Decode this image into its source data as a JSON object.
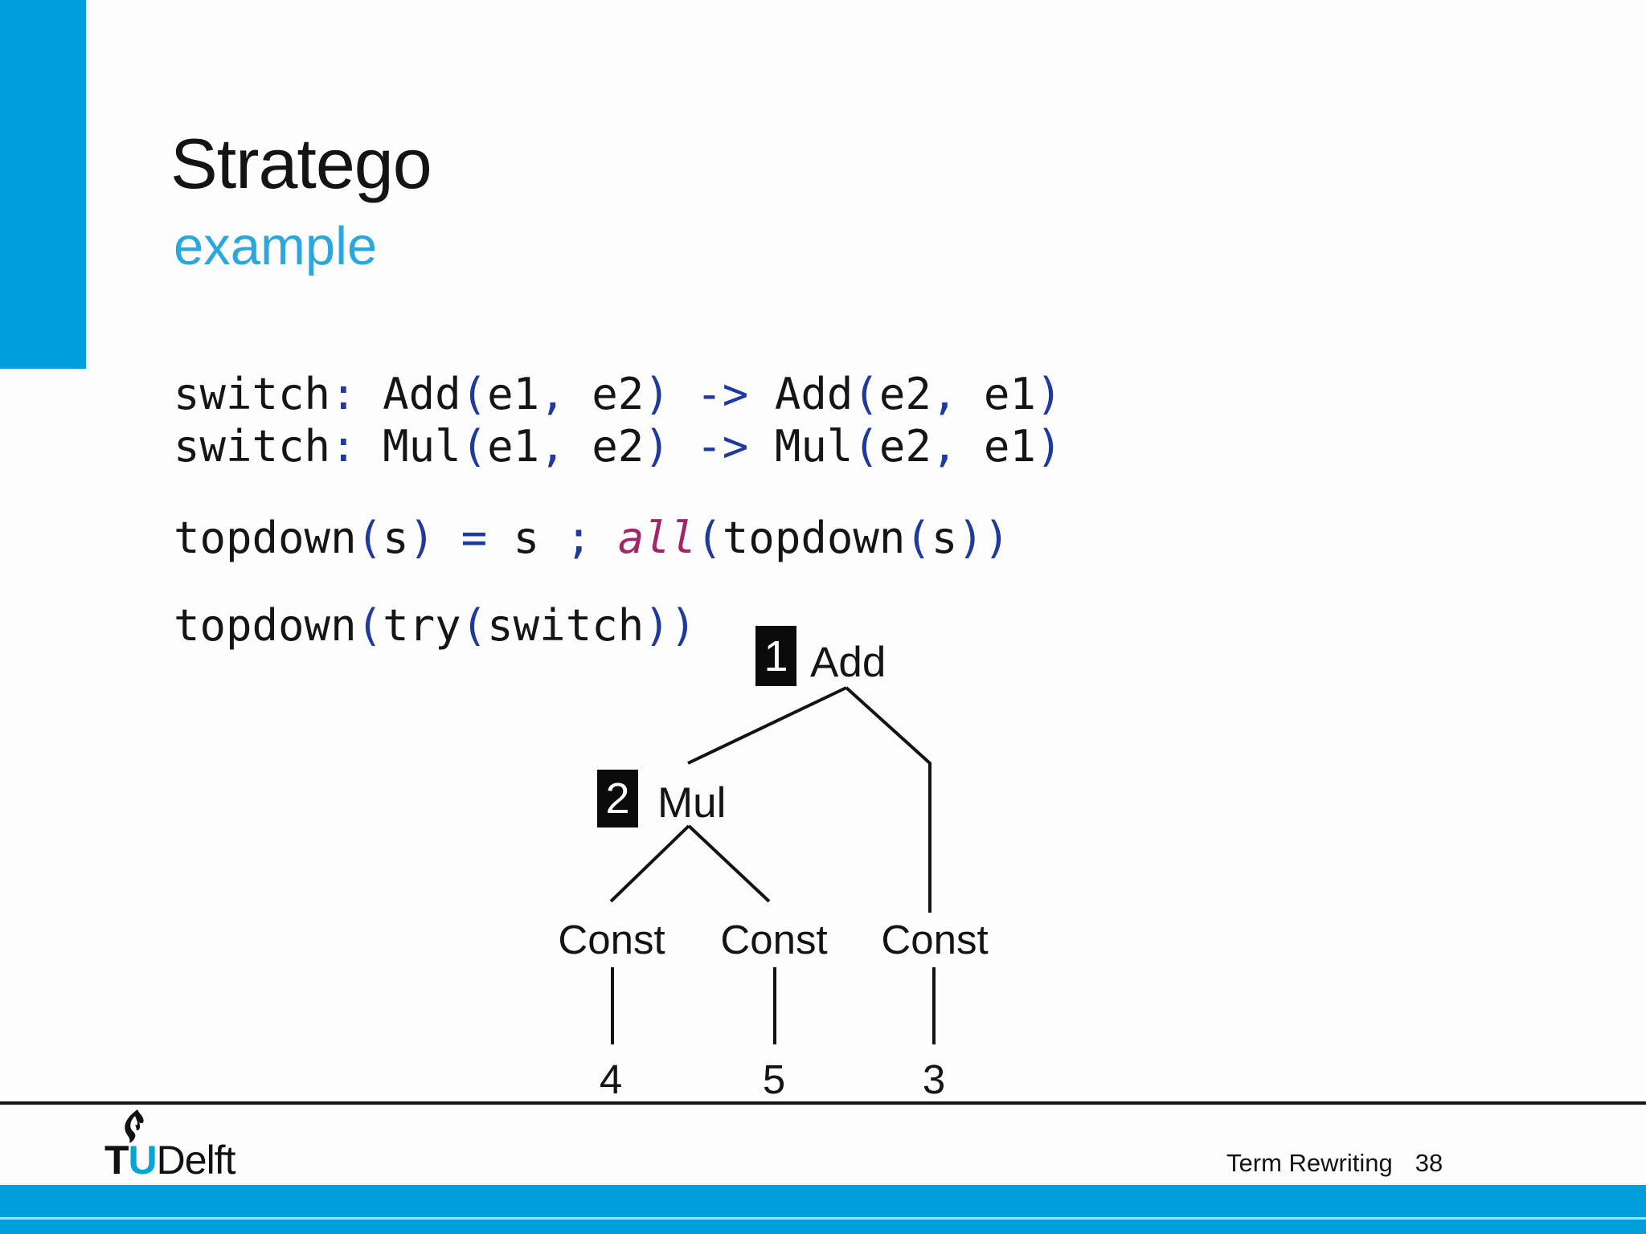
{
  "title": "Stratego",
  "subtitle": "example",
  "code": {
    "lines": [
      {
        "tokens": [
          [
            "switch",
            "k"
          ],
          [
            ":",
            "b"
          ],
          [
            " Add",
            "k"
          ],
          [
            "(",
            "b"
          ],
          [
            "e1",
            "k"
          ],
          [
            ",",
            "b"
          ],
          [
            " e2",
            "k"
          ],
          [
            ")",
            "b"
          ],
          [
            " -> ",
            "b"
          ],
          [
            "Add",
            "k"
          ],
          [
            "(",
            "b"
          ],
          [
            "e2",
            "k"
          ],
          [
            ",",
            "b"
          ],
          [
            " e1",
            "k"
          ],
          [
            ")",
            "b"
          ]
        ]
      },
      {
        "tokens": [
          [
            "switch",
            "k"
          ],
          [
            ":",
            "b"
          ],
          [
            " Mul",
            "k"
          ],
          [
            "(",
            "b"
          ],
          [
            "e1",
            "k"
          ],
          [
            ",",
            "b"
          ],
          [
            " e2",
            "k"
          ],
          [
            ")",
            "b"
          ],
          [
            " -> ",
            "b"
          ],
          [
            "Mul",
            "k"
          ],
          [
            "(",
            "b"
          ],
          [
            "e2",
            "k"
          ],
          [
            ",",
            "b"
          ],
          [
            " e1",
            "k"
          ],
          [
            ")",
            "b"
          ]
        ]
      },
      {
        "tokens": [
          [
            "topdown",
            "k"
          ],
          [
            "(",
            "b"
          ],
          [
            "s",
            "k"
          ],
          [
            ")",
            "b"
          ],
          [
            " = ",
            "b"
          ],
          [
            "s",
            "k"
          ],
          [
            " ; ",
            "b"
          ],
          [
            "all",
            "m"
          ],
          [
            "(",
            "b"
          ],
          [
            "topdown",
            "k"
          ],
          [
            "(",
            "b"
          ],
          [
            "s",
            "k"
          ],
          [
            "))",
            "b"
          ]
        ]
      },
      {
        "tokens": [
          [
            "topdown",
            "k"
          ],
          [
            "(",
            "b"
          ],
          [
            "try",
            "k"
          ],
          [
            "(",
            "b"
          ],
          [
            "switch",
            "k"
          ],
          [
            "))",
            "b"
          ]
        ]
      }
    ]
  },
  "tree": {
    "root_badge": "1",
    "root_label": "Add",
    "child_badge": "2",
    "child_label": "Mul",
    "leaves": [
      {
        "label": "Const",
        "value": "4"
      },
      {
        "label": "Const",
        "value": "5"
      },
      {
        "label": "Const",
        "value": "3"
      }
    ]
  },
  "footer": {
    "logo_t": "T",
    "logo_u": "U",
    "logo_delft": "Delft",
    "course": "Term Rewriting",
    "page": "38"
  },
  "colors": {
    "accent_bar_cyan": "#009fdb",
    "subtitle_cyan": "#2ba7dd",
    "logo_u_cyan": "#00a6d6",
    "code_punctuation_blue": "#1e3a9e",
    "code_keyword_magenta": "#a12568",
    "bottom_bar_separator": "#9ee7f8"
  }
}
